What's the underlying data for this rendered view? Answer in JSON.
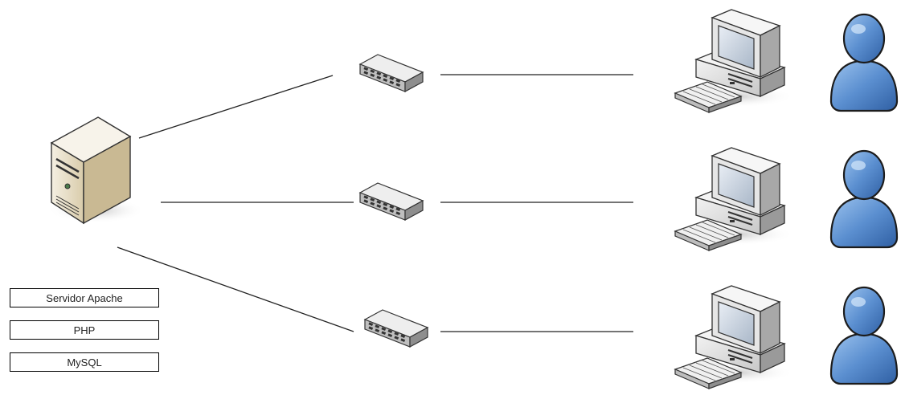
{
  "stack_labels": [
    "Servidor Apache",
    "PHP",
    "MySQL"
  ],
  "nodes": {
    "server": {
      "icon": "server-tower-icon"
    },
    "switches": [
      {
        "icon": "network-switch-icon"
      },
      {
        "icon": "network-switch-icon"
      },
      {
        "icon": "network-switch-icon"
      }
    ],
    "workstations": [
      {
        "icon": "desktop-computer-icon"
      },
      {
        "icon": "desktop-computer-icon"
      },
      {
        "icon": "desktop-computer-icon"
      }
    ],
    "users": [
      {
        "icon": "user-icon"
      },
      {
        "icon": "user-icon"
      },
      {
        "icon": "user-icon"
      }
    ]
  },
  "colors": {
    "user_fill": "#5b8fd0",
    "server_fill": "#e9dfc8",
    "line": "#222222"
  }
}
